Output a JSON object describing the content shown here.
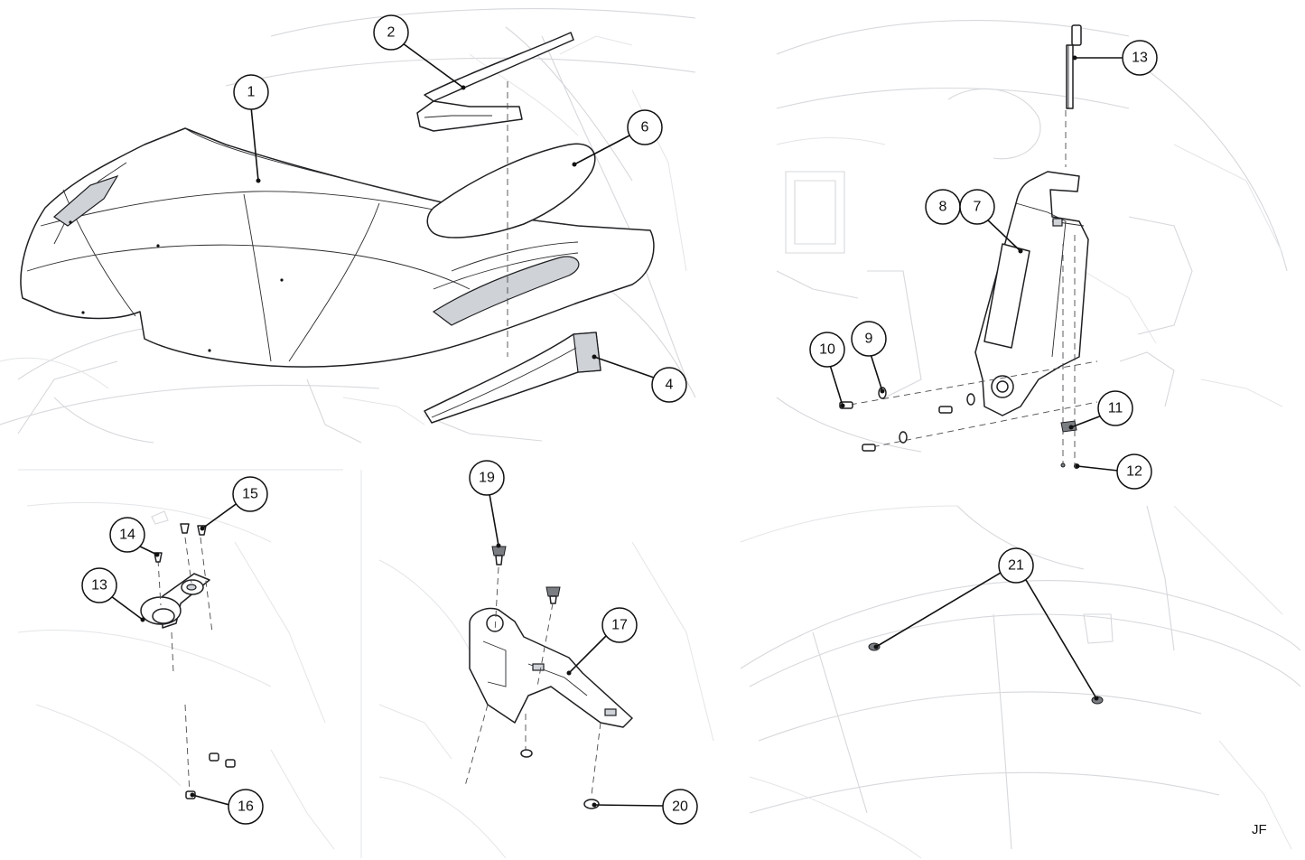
{
  "diagram": {
    "callouts": [
      {
        "id": "c1",
        "label": "1"
      },
      {
        "id": "c2",
        "label": "2"
      },
      {
        "id": "c6",
        "label": "6"
      },
      {
        "id": "c4",
        "label": "4"
      },
      {
        "id": "c13a",
        "label": "13"
      },
      {
        "id": "c8",
        "label": "8"
      },
      {
        "id": "c7",
        "label": "7"
      },
      {
        "id": "c10",
        "label": "10"
      },
      {
        "id": "c9",
        "label": "9"
      },
      {
        "id": "c11",
        "label": "11"
      },
      {
        "id": "c12",
        "label": "12"
      },
      {
        "id": "c14",
        "label": "14"
      },
      {
        "id": "c15",
        "label": "15"
      },
      {
        "id": "c13b",
        "label": "13"
      },
      {
        "id": "c16",
        "label": "16"
      },
      {
        "id": "c19",
        "label": "19"
      },
      {
        "id": "c17",
        "label": "17"
      },
      {
        "id": "c20",
        "label": "20"
      },
      {
        "id": "c21",
        "label": "21"
      }
    ],
    "signature": "JF"
  }
}
